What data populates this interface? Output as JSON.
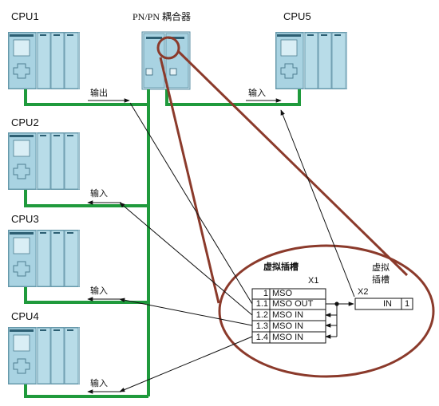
{
  "cpus": [
    {
      "id": "cpu1",
      "label": "CPU1"
    },
    {
      "id": "cpu2",
      "label": "CPU2"
    },
    {
      "id": "cpu3",
      "label": "CPU3"
    },
    {
      "id": "cpu4",
      "label": "CPU4"
    },
    {
      "id": "cpu5",
      "label": "CPU5"
    }
  ],
  "coupler": {
    "label": "PN/PN 耦合器"
  },
  "arrows": {
    "output": "输出",
    "input_cpu5": "输入",
    "input_cpu2": "输入",
    "input_cpu3": "输入",
    "input_cpu4": "输入"
  },
  "detail": {
    "virtual_slot": "虚拟插槽",
    "x1": "X1",
    "x2": "X2",
    "virtual_slot2_line1": "虚拟",
    "virtual_slot2_line2": "插槽",
    "rows": [
      {
        "num": "1",
        "name": "MSO"
      },
      {
        "num": "1.1",
        "name": "MSO OUT"
      },
      {
        "num": "1.2",
        "name": "MSO IN"
      },
      {
        "num": "1.3",
        "name": "MSO IN"
      },
      {
        "num": "1.4",
        "name": "MSO IN"
      }
    ],
    "x2_row": {
      "name": "IN",
      "num": "1"
    }
  },
  "colors": {
    "bus": "#1f9a3c",
    "device_fill": "#a9d3e2",
    "device_stroke": "#5b8fa3",
    "zoom": "#8b3a2b",
    "arrow": "#111111"
  }
}
